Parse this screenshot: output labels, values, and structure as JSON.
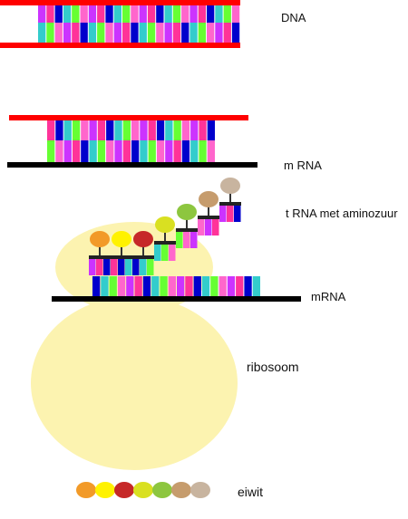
{
  "labels": {
    "dna": "DNA",
    "mrna_top": "m RNA",
    "trna": "t RNA met aminozuur",
    "mrna": "mRNA",
    "ribosome": "ribosoom",
    "protein": "eiwit"
  },
  "colors": {
    "dna_strand": "#ff0000",
    "mrna_strand": "#000000",
    "ribosome": "#fcf3b0",
    "base_palette": [
      "#cc33ff",
      "#ff3399",
      "#0000cc",
      "#33cccc",
      "#66ff33",
      "#ff66cc"
    ],
    "amino_acids": [
      "#f29a28",
      "#fff200",
      "#c62828",
      "#d9e021",
      "#8dc63f",
      "#c69c6d",
      "#c8b49f"
    ]
  }
}
